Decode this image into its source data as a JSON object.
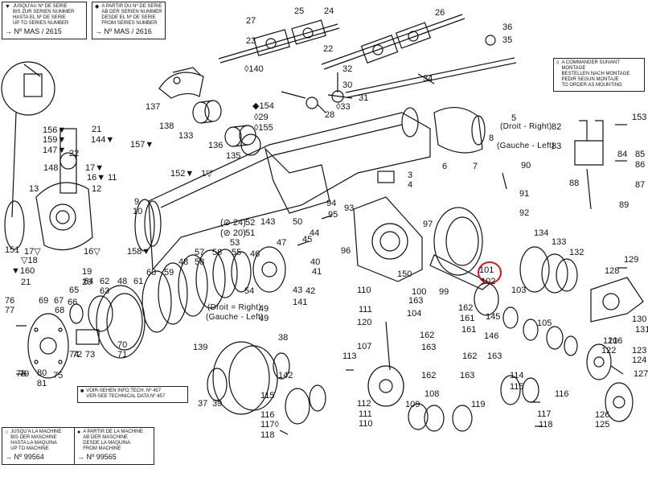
{
  "legends": {
    "serial_until_2615": {
      "mark": "▼",
      "lines": [
        "JUSQU'AU Nº DE SERIE",
        "BIS ZUR SERIEN NUMMER",
        "HASTA EL Nº DE SERIE",
        "UP TO SERIES NUMBER"
      ],
      "code": "→ Nº MAS / 2615"
    },
    "serial_from_2616": {
      "mark": "◆",
      "lines": [
        "A PARTIR DU Nº DE SERIE",
        "AB DER SERIEN NUMMER",
        "DESDE EL Nº DE SERIE",
        "FROM SERIES NUMBER"
      ],
      "code": "→ Nº MAS / 2616"
    },
    "order_as_mounting": {
      "mark": "◊",
      "lines": [
        "A COMMANDER SUIVANT MONTAGE",
        "BESTELLEN NACH MONTAGE",
        "PEDIR SEGUN MONTAJE",
        "TO ORDER AS MOUNTING"
      ]
    },
    "machine_until_99564": {
      "mark": "○",
      "lines": [
        "JUSQU'A LA MACHINE",
        "BIS DER MASCHINE",
        "HASTA LA MAQUINA",
        "UP TO MACHINE"
      ],
      "code": "→ Nº 99564"
    },
    "machine_from_99565": {
      "mark": "●",
      "lines": [
        "A PARTIR DE LA MACHINE",
        "AB DER MASCHINE",
        "DESDE LA MAQUINA",
        "FROM MACHINE"
      ],
      "code": "→ Nº 99565"
    },
    "technical_data": {
      "mark": "■",
      "lines": [
        "VOIR-SEHEN  INFO.TECH. Nº 457",
        "VER-SEE  TECHNICAL DATA Nº 457"
      ]
    }
  },
  "directions": {
    "right_top": "(Droit - Right)",
    "left_top": "(Gauche - Left)",
    "right_mid": "(Droit = Right)",
    "left_mid": "(Gauche - Left)"
  },
  "highlight": {
    "part": "101",
    "color": "#d11111"
  },
  "parts": [
    {
      "id": "p27",
      "t": "27"
    },
    {
      "id": "p25",
      "t": "25"
    },
    {
      "id": "p24",
      "t": "24"
    },
    {
      "id": "p26",
      "t": "26"
    },
    {
      "id": "p23",
      "t": "23"
    },
    {
      "id": "p22",
      "t": "22"
    },
    {
      "id": "p36",
      "t": "36"
    },
    {
      "id": "p35",
      "t": "35"
    },
    {
      "id": "p140",
      "t": "◊140"
    },
    {
      "id": "p32",
      "t": "32"
    },
    {
      "id": "p34",
      "t": "34"
    },
    {
      "id": "p30",
      "t": "30"
    },
    {
      "id": "p31",
      "t": "31"
    },
    {
      "id": "p33",
      "t": "◊33"
    },
    {
      "id": "p137",
      "t": "137"
    },
    {
      "id": "p154",
      "t": "◆154"
    },
    {
      "id": "p29",
      "t": "◊29"
    },
    {
      "id": "p155",
      "t": "◊155"
    },
    {
      "id": "p28",
      "t": "28"
    },
    {
      "id": "p138",
      "t": "138"
    },
    {
      "id": "p133",
      "t": "133"
    },
    {
      "id": "p156",
      "t": "156▼"
    },
    {
      "id": "p21a",
      "t": "21"
    },
    {
      "id": "p159",
      "t": "159▼"
    },
    {
      "id": "p144",
      "t": "144▼"
    },
    {
      "id": "p147",
      "t": "147▼"
    },
    {
      "id": "p157",
      "t": "157▼"
    },
    {
      "id": "p22b",
      "t": "22"
    },
    {
      "id": "p148",
      "t": "148"
    },
    {
      "id": "p17a",
      "t": "17▼"
    },
    {
      "id": "p16a",
      "t": "16▼"
    },
    {
      "id": "p11",
      "t": "11"
    },
    {
      "id": "p13",
      "t": "13"
    },
    {
      "id": "p12",
      "t": "12"
    },
    {
      "id": "p136",
      "t": "136"
    },
    {
      "id": "p135",
      "t": "135"
    },
    {
      "id": "p152",
      "t": "152▼"
    },
    {
      "id": "p1",
      "t": "1▽"
    },
    {
      "id": "p5",
      "t": "5"
    },
    {
      "id": "p82",
      "t": "82"
    },
    {
      "id": "p83",
      "t": "83"
    },
    {
      "id": "p6",
      "t": "6"
    },
    {
      "id": "p7",
      "t": "7"
    },
    {
      "id": "p8",
      "t": "8"
    },
    {
      "id": "p90",
      "t": "90"
    },
    {
      "id": "p3",
      "t": "3"
    },
    {
      "id": "p4",
      "t": "4"
    },
    {
      "id": "p91",
      "t": "91"
    },
    {
      "id": "p92",
      "t": "92"
    },
    {
      "id": "p88",
      "t": "88"
    },
    {
      "id": "p84",
      "t": "84"
    },
    {
      "id": "p85",
      "t": "85"
    },
    {
      "id": "p86",
      "t": "86"
    },
    {
      "id": "p87",
      "t": "87"
    },
    {
      "id": "p89",
      "t": "89"
    },
    {
      "id": "p153",
      "t": "153"
    },
    {
      "id": "p9",
      "t": "9"
    },
    {
      "id": "p10",
      "t": "10"
    },
    {
      "id": "p24b",
      "t": "(⊘ 24)"
    },
    {
      "id": "p20",
      "t": "(⊘ 20)"
    },
    {
      "id": "p52",
      "t": "52"
    },
    {
      "id": "p51",
      "t": "51"
    },
    {
      "id": "p143",
      "t": "143"
    },
    {
      "id": "p50",
      "t": "50"
    },
    {
      "id": "p94",
      "t": "94"
    },
    {
      "id": "p93",
      "t": "93"
    },
    {
      "id": "p95",
      "t": "95"
    },
    {
      "id": "p158",
      "t": "158▼"
    },
    {
      "id": "p53",
      "t": "53"
    },
    {
      "id": "p46",
      "t": "46"
    },
    {
      "id": "p47",
      "t": "47"
    },
    {
      "id": "p45",
      "t": "45"
    },
    {
      "id": "p44",
      "t": "44"
    },
    {
      "id": "p96",
      "t": "96"
    },
    {
      "id": "p97",
      "t": "97"
    },
    {
      "id": "p151",
      "t": "151"
    },
    {
      "id": "p17b",
      "t": "17▽"
    },
    {
      "id": "p16b",
      "t": "16▽"
    },
    {
      "id": "p18",
      "t": "▽18"
    },
    {
      "id": "p160",
      "t": "▼160"
    },
    {
      "id": "p21b",
      "t": "21"
    },
    {
      "id": "p19",
      "t": "19"
    },
    {
      "id": "p20b",
      "t": "20"
    },
    {
      "id": "p60",
      "t": "60"
    },
    {
      "id": "p59",
      "t": "59"
    },
    {
      "id": "p48",
      "t": "48"
    },
    {
      "id": "p57",
      "t": "57"
    },
    {
      "id": "p56",
      "t": "56"
    },
    {
      "id": "p58",
      "t": "58"
    },
    {
      "id": "p55",
      "t": "55"
    },
    {
      "id": "p54",
      "t": "54"
    },
    {
      "id": "p40",
      "t": "40"
    },
    {
      "id": "p42",
      "t": "42"
    },
    {
      "id": "p43",
      "t": "43"
    },
    {
      "id": "p41",
      "t": "41"
    },
    {
      "id": "p141",
      "t": "141"
    },
    {
      "id": "p150",
      "t": "150"
    },
    {
      "id": "p101",
      "t": "101"
    },
    {
      "id": "p102",
      "t": "102"
    },
    {
      "id": "p134",
      "t": "134"
    },
    {
      "id": "p133b",
      "t": "133"
    },
    {
      "id": "p132",
      "t": "132"
    },
    {
      "id": "p129",
      "t": "129"
    },
    {
      "id": "p128",
      "t": "128"
    },
    {
      "id": "p76",
      "t": "76"
    },
    {
      "id": "p77",
      "t": "77"
    },
    {
      "id": "p69",
      "t": "69"
    },
    {
      "id": "p67",
      "t": "67"
    },
    {
      "id": "p68",
      "t": "68"
    },
    {
      "id": "p65",
      "t": "65"
    },
    {
      "id": "p64",
      "t": "64"
    },
    {
      "id": "p62",
      "t": "62"
    },
    {
      "id": "p63",
      "t": "63"
    },
    {
      "id": "p66",
      "t": "66"
    },
    {
      "id": "p48b",
      "t": "48"
    },
    {
      "id": "p61",
      "t": "61"
    },
    {
      "id": "p49a",
      "t": "49"
    },
    {
      "id": "p49b",
      "t": "49"
    },
    {
      "id": "p110a",
      "t": "110"
    },
    {
      "id": "p100",
      "t": "100"
    },
    {
      "id": "p163a",
      "t": "163"
    },
    {
      "id": "p99",
      "t": "99"
    },
    {
      "id": "p103",
      "t": "103"
    },
    {
      "id": "p162a",
      "t": "162"
    },
    {
      "id": "p145a",
      "t": "145"
    },
    {
      "id": "p111a",
      "t": "111"
    },
    {
      "id": "p104",
      "t": "104"
    },
    {
      "id": "p161a",
      "t": "161"
    },
    {
      "id": "p146",
      "t": "146"
    },
    {
      "id": "p120",
      "t": "120"
    },
    {
      "id": "p162b",
      "t": "162"
    },
    {
      "id": "p161b",
      "t": "161"
    },
    {
      "id": "p105",
      "t": "105"
    },
    {
      "id": "p130",
      "t": "130"
    },
    {
      "id": "p131",
      "t": "131"
    },
    {
      "id": "p106",
      "t": "106"
    },
    {
      "id": "p121",
      "t": "121"
    },
    {
      "id": "p122",
      "t": "122"
    },
    {
      "id": "p107",
      "t": "107"
    },
    {
      "id": "p163b",
      "t": "163"
    },
    {
      "id": "p162c",
      "t": "162"
    },
    {
      "id": "p163c",
      "t": "163"
    },
    {
      "id": "p123",
      "t": "123"
    },
    {
      "id": "p124",
      "t": "124"
    },
    {
      "id": "p127",
      "t": "127"
    },
    {
      "id": "p72",
      "t": "72"
    },
    {
      "id": "p73",
      "t": "73"
    },
    {
      "id": "p74",
      "t": "74"
    },
    {
      "id": "p71",
      "t": "71"
    },
    {
      "id": "p70",
      "t": "70"
    },
    {
      "id": "p75",
      "t": "75"
    },
    {
      "id": "p78",
      "t": "78"
    },
    {
      "id": "p79",
      "t": "79"
    },
    {
      "id": "p80",
      "t": "80"
    },
    {
      "id": "p81",
      "t": "81"
    },
    {
      "id": "p38",
      "t": "38"
    },
    {
      "id": "p139",
      "t": "139"
    },
    {
      "id": "p142",
      "t": "142"
    },
    {
      "id": "p39",
      "t": "39"
    },
    {
      "id": "p37",
      "t": "37"
    },
    {
      "id": "p113",
      "t": "113"
    },
    {
      "id": "p162d",
      "t": "162"
    },
    {
      "id": "p163d",
      "t": "163"
    },
    {
      "id": "p114",
      "t": "114"
    },
    {
      "id": "p115",
      "t": "115"
    },
    {
      "id": "p116",
      "t": "116"
    },
    {
      "id": "p117",
      "t": "117"
    },
    {
      "id": "p118",
      "t": "118"
    },
    {
      "id": "p112",
      "t": "112"
    },
    {
      "id": "p111b",
      "t": "111"
    },
    {
      "id": "p110b",
      "t": "110"
    },
    {
      "id": "p109",
      "t": "109"
    },
    {
      "id": "p108",
      "t": "108"
    },
    {
      "id": "p119",
      "t": "119"
    },
    {
      "id": "p115b",
      "t": "115"
    },
    {
      "id": "p116b",
      "t": "116"
    },
    {
      "id": "p117b",
      "t": "117◊"
    },
    {
      "id": "p118b",
      "t": "118"
    },
    {
      "id": "p126",
      "t": "126"
    },
    {
      "id": "p125",
      "t": "125"
    }
  ]
}
